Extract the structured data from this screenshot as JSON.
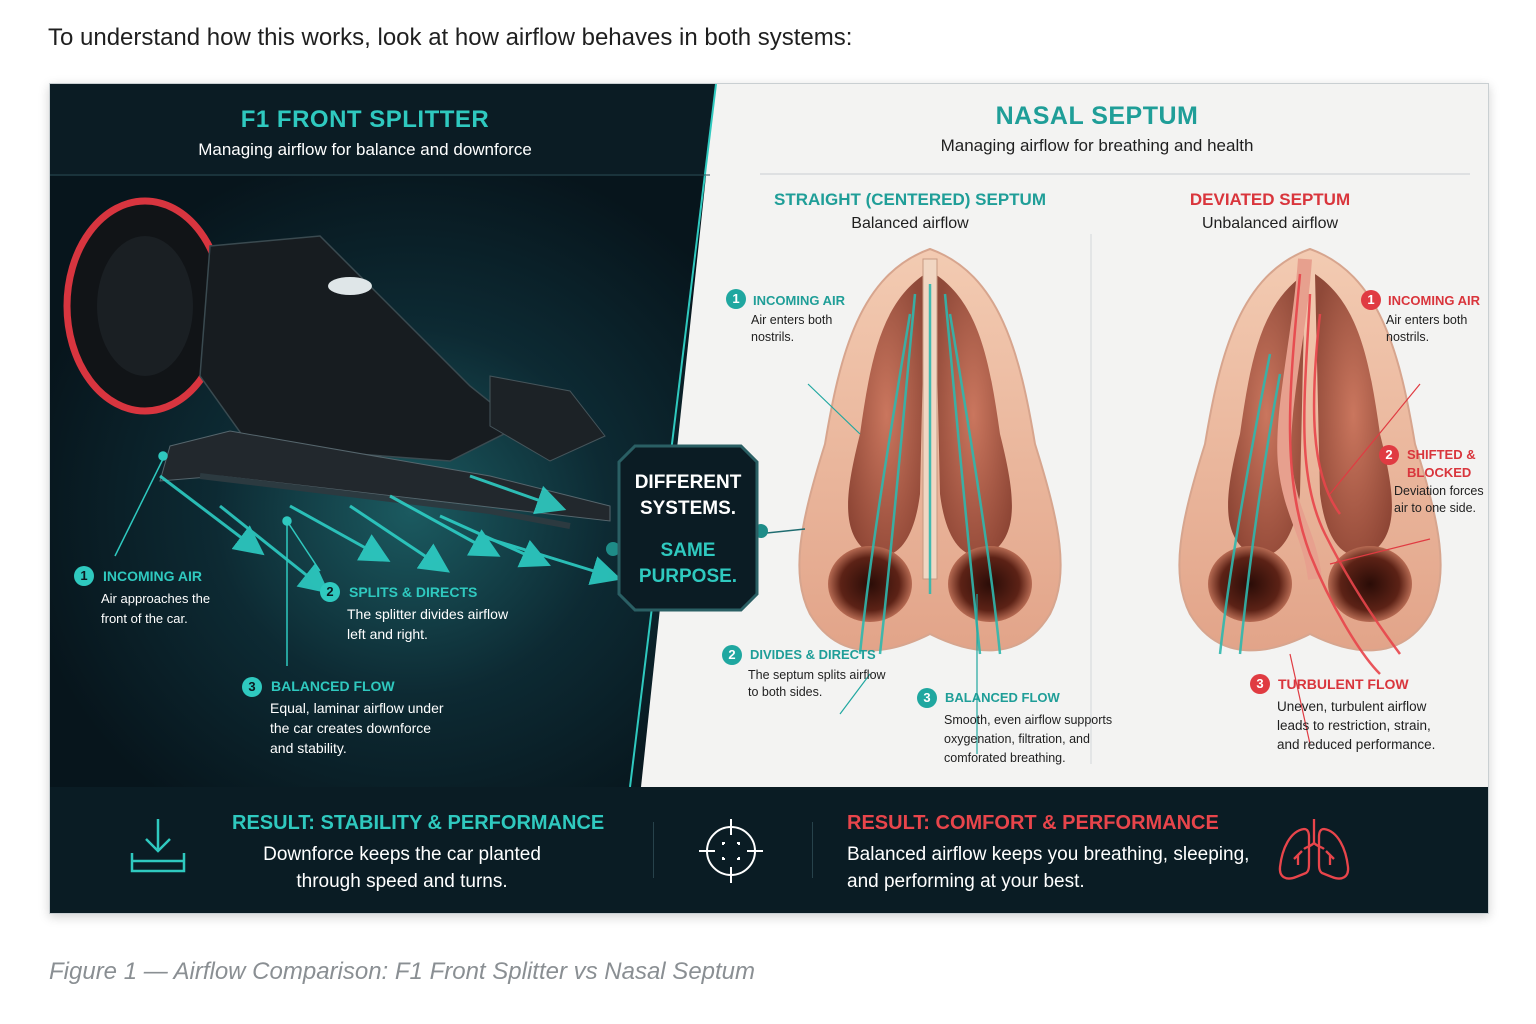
{
  "intro_text": "To understand how this works, look at how airflow behaves in both systems:",
  "colors": {
    "teal": "#1f9e98",
    "cyan": "#2fc9bf",
    "red": "#d9353c",
    "dark": "#0a1c24"
  },
  "f1": {
    "title": "F1 FRONT SPLITTER",
    "subtitle": "Managing airflow for balance and downforce",
    "callouts": [
      {
        "num": "1",
        "label": "INCOMING AIR",
        "desc": [
          "Air approaches the",
          "front of the car."
        ]
      },
      {
        "num": "2",
        "label": "SPLITS & DIRECTS",
        "desc": [
          "The splitter divides airflow",
          "left and right."
        ]
      },
      {
        "num": "3",
        "label": "BALANCED FLOW",
        "desc": [
          "Equal, laminar airflow under",
          "the car creates downforce",
          "and stability."
        ]
      }
    ]
  },
  "center_box": {
    "line1": "DIFFERENT",
    "line2": "SYSTEMS.",
    "line3": "SAME",
    "line4": "PURPOSE."
  },
  "nasal": {
    "title": "NASAL SEPTUM",
    "subtitle": "Managing airflow for breathing and health",
    "straight": {
      "title": "STRAIGHT (CENTERED) SEPTUM",
      "subtitle": "Balanced airflow",
      "callouts": [
        {
          "num": "1",
          "label": "INCOMING AIR",
          "desc": [
            "Air enters both",
            "nostrils."
          ]
        },
        {
          "num": "2",
          "label": "DIVIDES & DIRECTS",
          "desc": [
            "The septum splits airflow",
            "to both sides."
          ]
        },
        {
          "num": "3",
          "label": "BALANCED FLOW",
          "desc": [
            "Smooth, even airflow supports",
            "oxygenation, filtration, and",
            "comforated breathing."
          ]
        }
      ]
    },
    "deviated": {
      "title": "DEVIATED SEPTUM",
      "subtitle": "Unbalanced airflow",
      "callouts": [
        {
          "num": "1",
          "label": "INCOMING AIR",
          "desc": [
            "Air enters both",
            "nostrils."
          ]
        },
        {
          "num": "2",
          "label": "SHIFTED &",
          "label2": "BLOCKED",
          "desc": [
            "Deviation forces",
            "air to one side."
          ]
        },
        {
          "num": "3",
          "label": "TURBULENT FLOW",
          "desc": [
            "Uneven, turbulent airflow",
            "leads to restriction, strain,",
            "and reduced performance."
          ]
        }
      ]
    }
  },
  "results": {
    "left": {
      "title": "RESULT: STABILITY & PERFORMANCE",
      "desc": [
        "Downforce keeps the car planted",
        "through speed and turns."
      ],
      "icon": "download-tray-icon"
    },
    "center_icon": "crosshair-icon",
    "right": {
      "title": "RESULT: COMFORT & PERFORMANCE",
      "desc": [
        "Balanced airflow keeps you breathing, sleeping,",
        "and performing at your best."
      ],
      "icon": "lungs-icon"
    }
  },
  "caption": "Figure 1 — Airflow Comparison: F1 Front Splitter vs Nasal Septum"
}
